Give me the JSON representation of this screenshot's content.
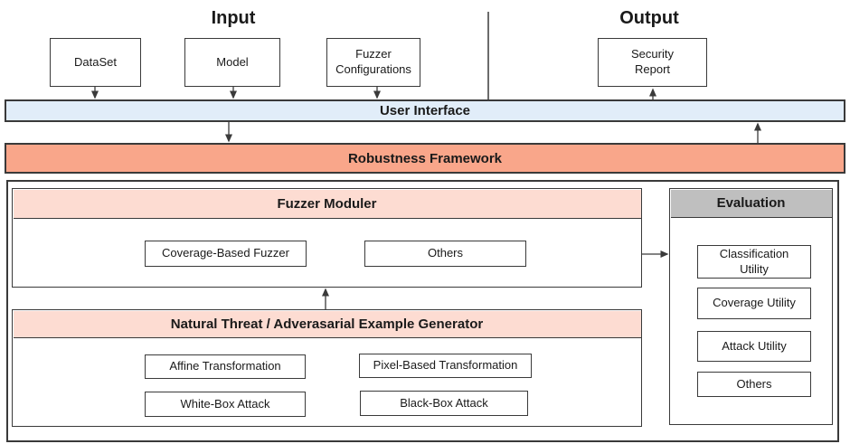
{
  "titles": {
    "input": "Input",
    "output": "Output"
  },
  "input_boxes": [
    {
      "label": "DataSet"
    },
    {
      "label": "Model"
    },
    {
      "label": "Fuzzer Configurations"
    }
  ],
  "output_boxes": [
    {
      "label": "Security Report"
    }
  ],
  "bars": {
    "user_interface": "User Interface",
    "robustness_framework": "Robustness Framework"
  },
  "fuzzer_section": {
    "header": "Fuzzer Moduler",
    "items": [
      "Coverage-Based Fuzzer",
      "Others"
    ]
  },
  "generator_section": {
    "header": "Natural Threat / Adverasarial Example Generator",
    "items": [
      "Affine Transformation",
      "Pixel-Based Transformation",
      "White-Box Attack",
      "Black-Box Attack"
    ]
  },
  "evaluation_section": {
    "header": "Evaluation",
    "items": [
      "Classification Utility",
      "Coverage Utility",
      "Attack Utility",
      "Others"
    ]
  },
  "colors": {
    "user_interface_fill": "#e1edf9",
    "framework_fill": "#f9a68a",
    "section_header_fill": "#fddcd2",
    "evaluation_header_fill": "#bfbfbf",
    "line": "#3a3a3a"
  }
}
